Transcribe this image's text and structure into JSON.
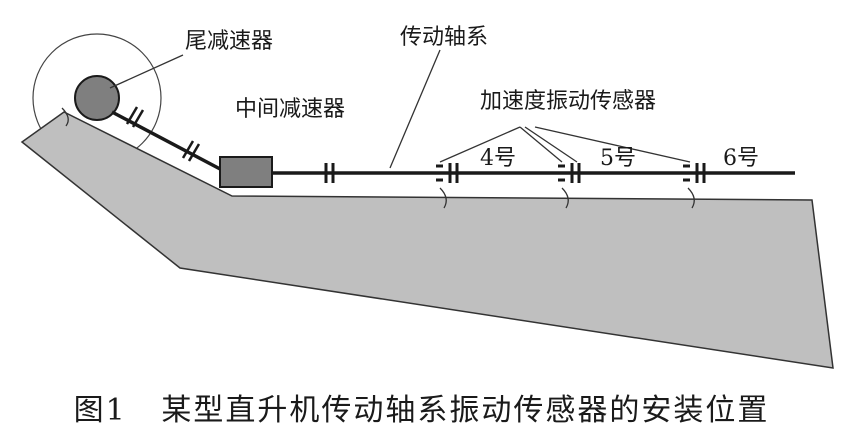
{
  "labels": {
    "tail_gearbox": "尾减速器",
    "drive_shaft_system": "传动轴系",
    "intermediate_gearbox": "中间减速器",
    "accel_sensor": "加速度振动传感器",
    "sensor_4": "4号",
    "sensor_5": "5号",
    "sensor_6": "6号"
  },
  "caption": "图1   某型直升机传动轴系振动传感器的安装位置",
  "colors": {
    "airframe_fill": "#bfbfbf",
    "gearbox_fill": "#7f7f7f",
    "line": "#1a1a1a"
  }
}
